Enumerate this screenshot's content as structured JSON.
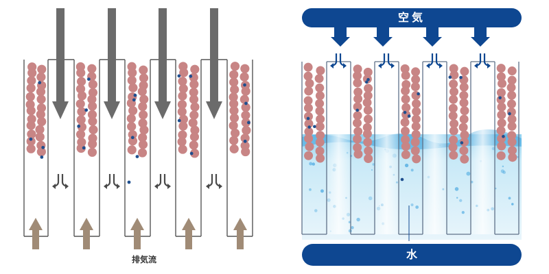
{
  "left_panel": {
    "exhaust_label": "排気流",
    "colors": {
      "particle": "#c88585",
      "dot": "#1f4f8f",
      "down_arrow": "#6b6b6b",
      "up_arrow": "#a08b76",
      "channel_outline": "#555555"
    }
  },
  "right_panel": {
    "air_label": "空気",
    "water_label": "水",
    "colors": {
      "bar": "#0e4791",
      "water_light": "#d7eef9",
      "water_deep": "#5fb6e4"
    }
  },
  "icons": [
    "down-arrow-icon",
    "up-arrow-icon",
    "flow-split-icon"
  ]
}
